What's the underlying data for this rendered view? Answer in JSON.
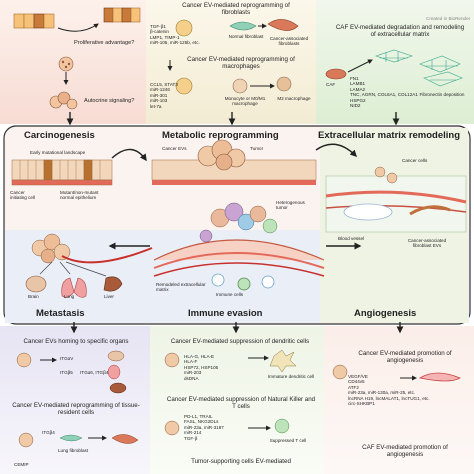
{
  "top_left": {
    "q1": "Proliferative advantage?",
    "q2": "Autocrine signaling?"
  },
  "top_mid": {
    "title1": "Cancer EV-mediated reprogramming of fibroblasts",
    "markers1": [
      "TGF-β1",
      "β-catenin",
      "LMP1, TIMP-1",
      "miR-105, miR-125b, etc."
    ],
    "label_nf": "Normal fibroblast",
    "label_caf": "Cancer-associated fibroblasts",
    "title2": "Cancer EV-mediated reprogramming of macrophages",
    "markers2": [
      "CCL5, STAT3",
      "miR-1246",
      "miR-301",
      "miR-103",
      "let-7a"
    ],
    "label_mono": "Monocyte or M0/M1 macrophage",
    "label_m2": "M2 macrophage"
  },
  "top_right": {
    "title": "CAF EV-mediated degradation and remodeling of extracellular matrix",
    "caf": "CAF",
    "markers": [
      "FN1",
      "LAMB1",
      "LAMA2",
      "TNC, AGRN, COL6A1, COL12A1",
      "HSPG2",
      "NID2"
    ],
    "fn_label": "Fibronectin deposition",
    "credit": "Created in BioRender"
  },
  "middle": {
    "carcinogenesis": "Carcinogenesis",
    "metabolic": "Metabolic reprogramming",
    "ecm": "Extracellular matrix remodeling",
    "early": "Early mutational landscape",
    "initiating": "Cancer initiating cell",
    "mutant": "Mutant/non-mutant normal epithelium",
    "cancer_evs": "Cancer EVs",
    "tumor": "Tumor",
    "hetero": "Heterogenous tumor",
    "remodeled": "Remodeled extracellular matrix",
    "immune_cells": "Immune cells",
    "cancer_cells": "Cancer cells",
    "blood_vessel": "Blood vessel",
    "caf_evs": "Cancer-associated fibroblast EVs",
    "brain": "Brain",
    "lung": "Lung",
    "liver": "Liver",
    "metastasis": "Metastasis",
    "immune_evasion": "Immune evasion",
    "angiogenesis": "Angiogenesis"
  },
  "bottom_left": {
    "title1": "Cancer EVs homing to specific organs",
    "itg": [
      "ITGαV",
      "ITGβ5",
      "ITGα6, ITGβ4"
    ],
    "title2": "Cancer EV-mediated reprogramming of tissue-resident cells",
    "itg2": "ITGβ4",
    "lung_fib": "Lung fibroblast",
    "cemip": "CEMIP"
  },
  "bottom_mid": {
    "title1": "Cancer EV-mediated suppression of dendritic cells",
    "markers1": [
      "HLA-G, HLA-E",
      "HLA-F",
      "HSP72, HSP105",
      "miR-203",
      "dsDNA"
    ],
    "imm_dc": "Immature dendritic cell",
    "title2": "Cancer EV-mediated suppression of Natural Killer and T cells",
    "markers2": [
      "PD-L1, TRAIL",
      "FASL, NKG2DLs",
      "miR-23a, miR-3187",
      "miR-214",
      "TGF-β"
    ],
    "supp_t": "Suppressed T cell",
    "title3": "Tumor-supporting cells EV-mediated"
  },
  "bottom_right": {
    "title1": "Cancer EV-mediated promotion of angiogenesis",
    "markers1": [
      "VEGF/VE",
      "CD44v5",
      "ATF2",
      "miR-23a, miR-130a, miR-25, etc.",
      "lncRNA H19, lncMALAT1, lncTUG1, etc.",
      "circ-SHKBP1"
    ],
    "title2": "CAF EV-mediated promotion of angiogenesis"
  }
}
